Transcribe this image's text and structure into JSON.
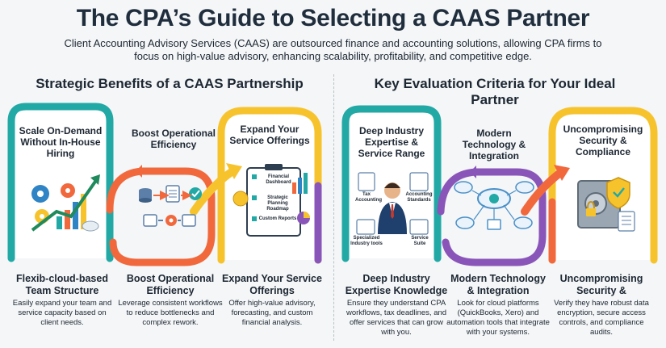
{
  "title": "The CPA’s Guide to Selecting a CAAS Partner",
  "subtitle": "Client Accounting Advisory Services (CAAS) are outsourced finance and accounting solutions, allowing CPA firms to focus on high-value advisory, enhancing scalability, profitability, and competitive edge.",
  "colors": {
    "teal": "#22a9a6",
    "orange": "#f1683d",
    "yellow": "#f7c32d",
    "purple": "#8a55b8",
    "navy": "#1f3f6d",
    "divider": "#b9c2c9"
  },
  "left": {
    "heading": "Strategic Benefits of a CAAS Partnership",
    "cards": [
      {
        "title": "Scale On-Demand Without In-House Hiring",
        "icon": "gear-growth-chart-icon",
        "bottom_title": "Flexib-cloud-based Team Structure",
        "bottom_desc": "Easily expand your team and service capacity based on client needs."
      },
      {
        "title": "Boost Operational Efficiency",
        "icon": "workflow-icon",
        "bottom_title": "Boost Operational Efficiency",
        "bottom_desc": "Leverage consistent workflows to reduce bottlenecks and complex rework."
      },
      {
        "title": "Expand Your Service Offerings",
        "icon": "service-checklist-icon",
        "labels": [
          "Financial Dashboard",
          "Strategic Planning Roadmap",
          "Custom Reports"
        ],
        "bottom_title": "Expand Your Service Offerings",
        "bottom_desc": "Offer high-value advisory, forecasting, and custom financial analysis."
      }
    ]
  },
  "right": {
    "heading": "Key Evaluation Criteria for Your Ideal Partner",
    "cards": [
      {
        "title": "Deep Industry Expertise & Service Range",
        "icon": "expert-person-icon",
        "labels": [
          "Tax Accounting",
          "Accounting Standards",
          "Specialized Industry tools",
          "Service Suite"
        ],
        "bottom_title": "Deep Industry Expertise Knowledge",
        "bottom_desc": "Ensure they understand CPA workflows, tax deadlines, and offer services that can grow with you."
      },
      {
        "title": "Modern Technology & Integration",
        "icon": "cloud-network-icon",
        "bottom_title": "Modern Technology & Integration",
        "bottom_desc": "Look for cloud platforms (QuickBooks, Xero) and automation tools that integrate with your systems."
      },
      {
        "title": "Uncompromising Security & Compliance",
        "icon": "vault-shield-icon",
        "bottom_title": "Uncompromising Security &",
        "bottom_desc": "Verify they have robust data encryption, secure access controls, and compliance audits."
      }
    ]
  }
}
